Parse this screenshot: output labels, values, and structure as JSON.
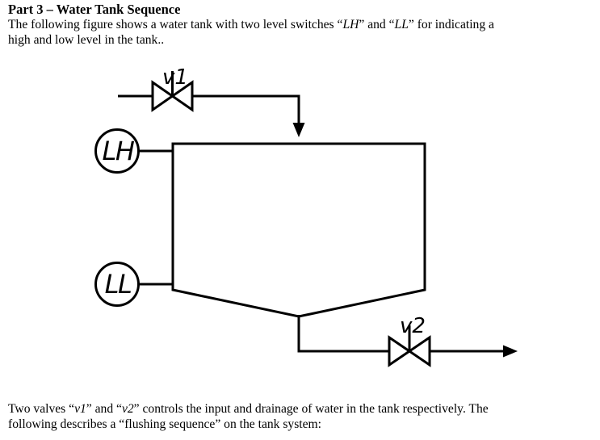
{
  "header": {
    "title": "Part 3 – Water Tank Sequence"
  },
  "intro": {
    "line1_parts": [
      "The following figure shows a water tank with two level switches “",
      "LH",
      "” and “",
      "LL",
      "” for indicating a"
    ],
    "line2": "high and low level in the tank.."
  },
  "diagram": {
    "inlet_valve_label": "v1",
    "outlet_valve_label": "v2",
    "high_level_switch_label": "LH",
    "low_level_switch_label": "LL",
    "ink_color": "#000000",
    "background_color": "#ffffff",
    "symbols": {
      "valve": "bowtie-valve-icon",
      "level_switch": "circle-instrument-icon",
      "flow_direction": "arrowhead-icon"
    }
  },
  "footer": {
    "line1_parts": [
      "Two valves “",
      "v1",
      "” and “",
      "v2",
      "” controls the input and drainage of water in the tank respectively. The"
    ],
    "line2": "following describes a “flushing sequence” on the tank system:"
  }
}
